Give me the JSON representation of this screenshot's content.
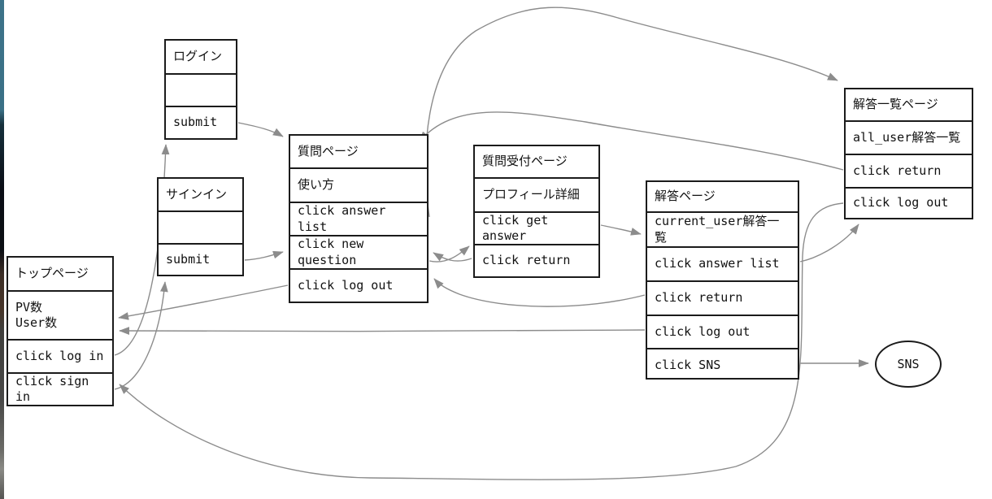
{
  "diagram_type": "page-transition-diagram",
  "nodes": {
    "login": {
      "title": "ログイン",
      "rows": [
        "",
        "submit"
      ]
    },
    "signin": {
      "title": "サインイン",
      "rows": [
        "",
        "submit"
      ]
    },
    "top_page": {
      "title": "トップページ",
      "rows": [
        "PV数\nUser数",
        "click log in",
        "click sign in"
      ]
    },
    "question": {
      "title": "質問ページ",
      "rows": [
        "使い方",
        "click answer list",
        "click new question",
        "click log out"
      ]
    },
    "reception": {
      "title": "質問受付ページ",
      "rows": [
        "プロフィール詳細",
        "click get answer",
        "click return"
      ]
    },
    "answer": {
      "title": "解答ページ",
      "rows": [
        "current_user解答一覧",
        "click answer list",
        "click return",
        "click log out",
        "click SNS"
      ]
    },
    "answer_list": {
      "title": "解答一覧ページ",
      "rows": [
        "all_user解答一覧",
        "click return",
        "click log out"
      ]
    },
    "sns": {
      "title": "SNS"
    }
  },
  "edges": [
    {
      "from": "ログイン.submit",
      "to": "質問ページ"
    },
    {
      "from": "サインイン.submit",
      "to": "質問ページ.click new question"
    },
    {
      "from": "トップページ.click log in",
      "to": "ログイン"
    },
    {
      "from": "トップページ.click sign in",
      "to": "サインイン"
    },
    {
      "from": "質問ページ.click answer list",
      "to": "解答一覧ページ"
    },
    {
      "from": "解答一覧ページ.click return",
      "to": "質問ページ"
    },
    {
      "from": "質問ページ.click new question",
      "to": "質問受付ページ"
    },
    {
      "from": "質問受付ページ.click return",
      "to": "質問ページ.click new question"
    },
    {
      "from": "質問受付ページ.click get answer",
      "to": "解答ページ"
    },
    {
      "from": "解答ページ.click return",
      "to": "質問ページ"
    },
    {
      "from": "解答ページ.click log out",
      "to": "トップページ"
    },
    {
      "from": "質問ページ.click log out",
      "to": "トップページ"
    },
    {
      "from": "解答一覧ページ.click log out",
      "to": "トップページ"
    },
    {
      "from": "解答ページ.click answer list",
      "to": "解答一覧ページ"
    },
    {
      "from": "解答ページ.click SNS",
      "to": "SNS"
    }
  ],
  "colors": {
    "arrow": "#8c8c8c",
    "border": "#1b1b1b",
    "background": "#ffffff"
  }
}
